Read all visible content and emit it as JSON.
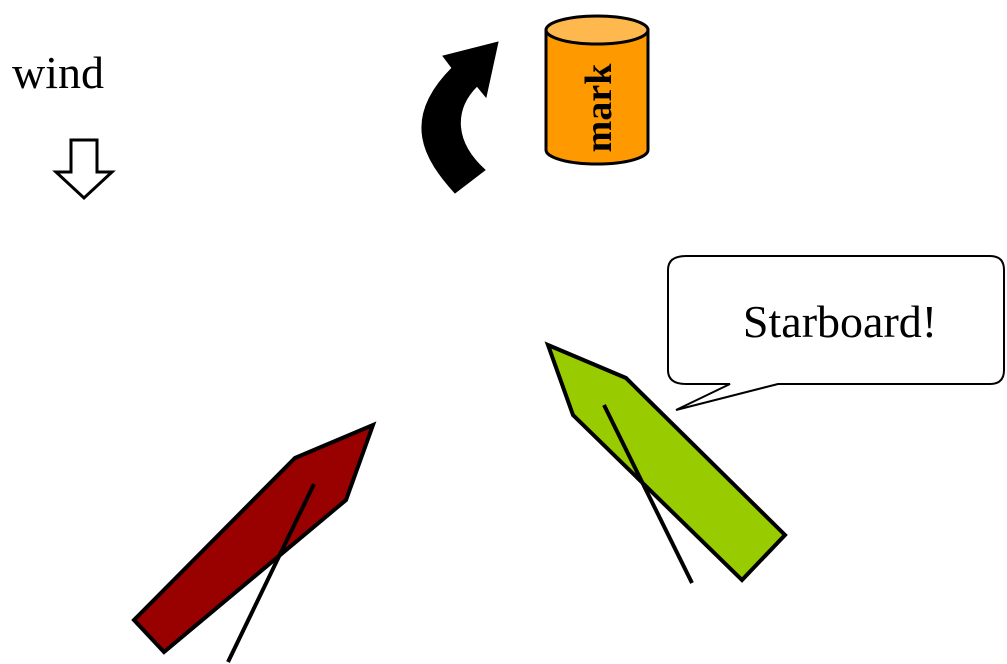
{
  "labels": {
    "wind": "wind",
    "mark": "mark",
    "callout": "Starboard!"
  },
  "icons": {
    "wind_arrow": "down-arrow-icon",
    "turn_arrow": "curved-turn-arrow-icon",
    "mark_buoy": "cylinder-buoy-icon"
  },
  "colors": {
    "port_boat": "#990000",
    "starboard_boat": "#99cc00",
    "mark": "#ff9900",
    "outline": "#000000",
    "background": "#ffffff"
  }
}
